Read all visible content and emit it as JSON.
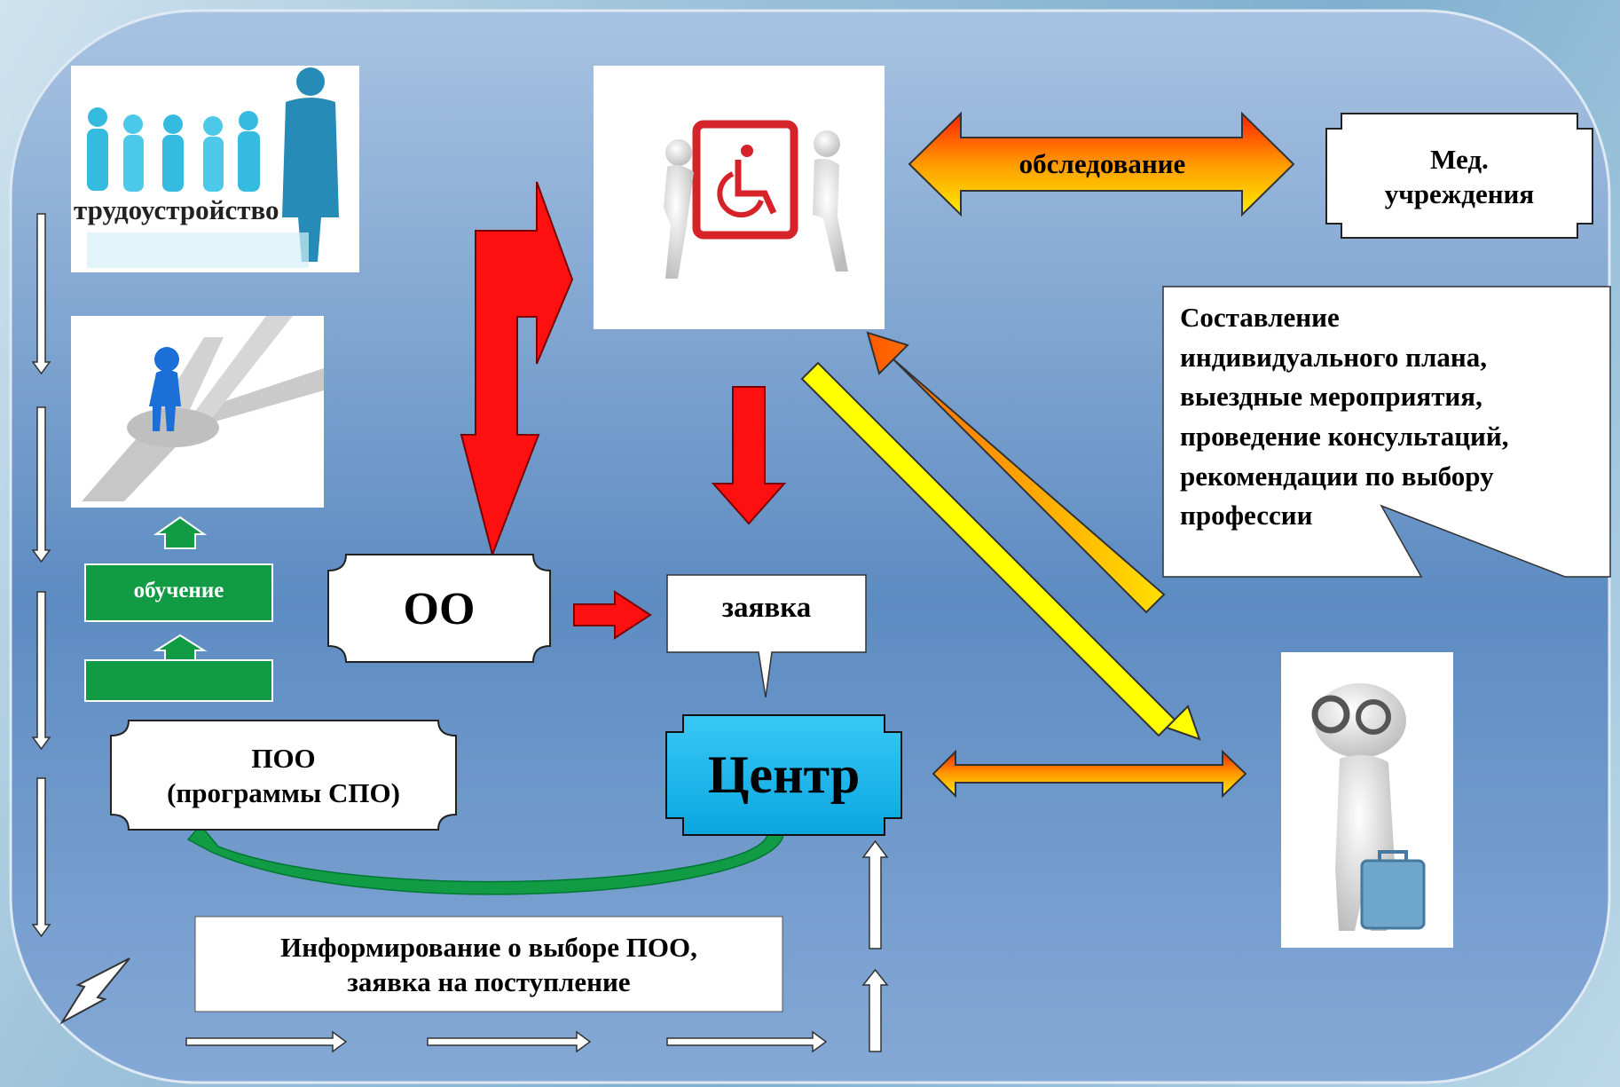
{
  "nodes": {
    "employment": "трудоустройство",
    "survey": "обследование",
    "medical": "Мед.\nучреждения",
    "plan_callout": "Составление\nиндивидуального плана,\nвыездные мероприятия,\nпроведение консультаций,\nрекомендации по выбору\nпрофессии",
    "education": "обучение",
    "oo": "ОО",
    "application": "заявка",
    "center": "Центр",
    "poo": "ПОО\n(программы СПО)",
    "informing": "Информирование о выборе ПОО,\nзаявка на поступление"
  },
  "colors": {
    "panel": "#6f9ccc",
    "red": "#ff1a1a",
    "green": "#129b45",
    "center": "#0ab4ee",
    "yellow": "#ffff00",
    "orange": "#ff8a00"
  },
  "icons": [
    "people-silhouettes-icon",
    "disability-sign-icon",
    "crossroads-person-icon",
    "specialist-with-briefcase-icon"
  ]
}
